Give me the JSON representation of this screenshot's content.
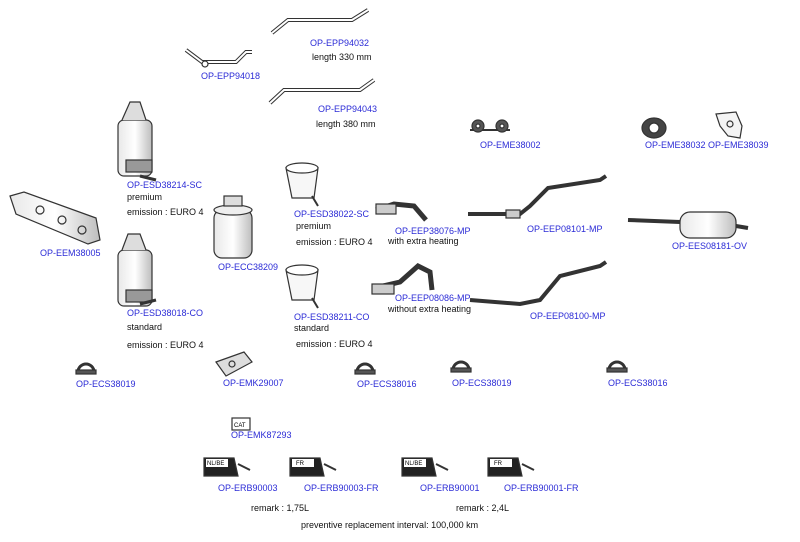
{
  "parts": {
    "epp94032": {
      "code": "OP-EPP94032",
      "note": "length 330 mm"
    },
    "epp94018": {
      "code": "OP-EPP94018"
    },
    "epp94043": {
      "code": "OP-EPP94043",
      "note": "length 380 mm"
    },
    "eme38002": {
      "code": "OP-EME38002"
    },
    "eme38032": {
      "code": "OP-EME38032"
    },
    "eme38039": {
      "code": "OP-EME38039"
    },
    "esd38214": {
      "code": "OP-ESD38214-SC",
      "grade": "premium",
      "emission": "emission : EURO 4"
    },
    "esd38022": {
      "code": "OP-ESD38022-SC",
      "grade": "premium",
      "emission": "emission : EURO 4"
    },
    "eep38076": {
      "code": "OP-EEP38076-MP",
      "note": "with extra heating"
    },
    "eep08101": {
      "code": "OP-EEP08101-MP"
    },
    "ees08181": {
      "code": "OP-EES08181-OV"
    },
    "eem38005": {
      "code": "OP-EEM38005"
    },
    "ecc38209": {
      "code": "OP-ECC38209"
    },
    "esd38018": {
      "code": "OP-ESD38018-CO",
      "grade": "standard",
      "emission": "emission : EURO 4"
    },
    "esd38211": {
      "code": "OP-ESD38211-CO",
      "grade": "standard",
      "emission": "emission : EURO 4"
    },
    "eep08086": {
      "code": "OP-EEP08086-MP",
      "note": "without extra heating"
    },
    "eep08100": {
      "code": "OP-EEP08100-MP"
    },
    "ecs38019a": {
      "code": "OP-ECS38019"
    },
    "emk29007": {
      "code": "OP-EMK29007"
    },
    "ecs38016a": {
      "code": "OP-ECS38016"
    },
    "ecs38019b": {
      "code": "OP-ECS38019"
    },
    "ecs38016b": {
      "code": "OP-ECS38016"
    },
    "emk87293": {
      "code": "OP-EMK87293",
      "icon_text": "CAT"
    },
    "erb90003": {
      "code": "OP-ERB90003",
      "flag": "NL/BE"
    },
    "erb90003fr": {
      "code": "OP-ERB90003-FR",
      "flag": "FR"
    },
    "erb90001": {
      "code": "OP-ERB90001",
      "flag": "NL/BE"
    },
    "erb90001fr": {
      "code": "OP-ERB90001-FR",
      "flag": "FR"
    }
  },
  "remarks": {
    "left": "remark : 1,75L",
    "right": "remark : 2,4L",
    "interval": "preventive replacement interval: 100,000 km"
  },
  "colors": {
    "link": "#2b2bd6",
    "text": "#111111",
    "line": "#333333"
  }
}
